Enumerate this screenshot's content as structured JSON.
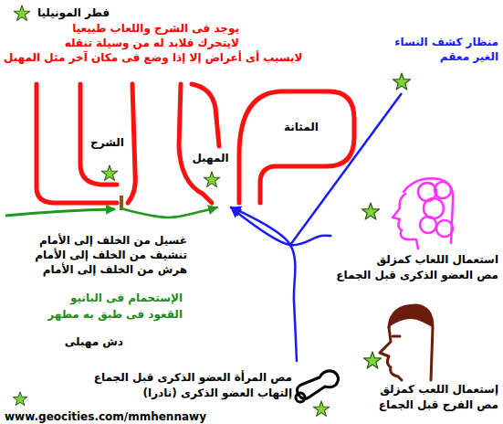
{
  "diagram": {
    "nodes": [
      {
        "text": [
          "الشرج"
        ]
      },
      {
        "text": [
          "المهبل"
        ]
      },
      {
        "text": [
          "المثانة"
        ]
      },
      {
        "text": [
          "استعمال اللعاب كمزلق",
          "مص العضو الذكرى قبل الجماع"
        ]
      },
      {
        "text": [
          "إستعمال اللعب كمزلق",
          "مص الفرج قبل الجماع"
        ]
      },
      {
        "text": [
          "مص المرأة العضو الذكرى قبل الجماع",
          "إلتهاب العضو الذكرى (نادرا)"
        ]
      }
    ],
    "edges": [
      {
        "from": 0,
        "to": 1,
        "arrow": "to"
      },
      {
        "from": 3,
        "to": 1,
        "arrow": "to"
      },
      {
        "from": 5,
        "to": 1,
        "arrow": "to"
      }
    ],
    "labels": [
      "فطر المونيليا",
      "يوجد فى الشرج واللعاب طبيعيا",
      "لايتحرك فلابد له من وسيلة تنقله",
      "لايسبب أى أعراض إلا إذا وضع فى مكان آخر مثل المهبل",
      "منظار كشف النساء",
      "الغير معقم",
      "غسيل من الخلف إلى الأمام",
      "تنشيف من الخلف إلى الأمام",
      "هرش من الخلف إلى الأمام",
      "الإستحمام فى البانيو",
      "القعود فى طبق به مطهر",
      "دش مهبلى",
      "www.geocities.com/mmhennawy"
    ]
  }
}
